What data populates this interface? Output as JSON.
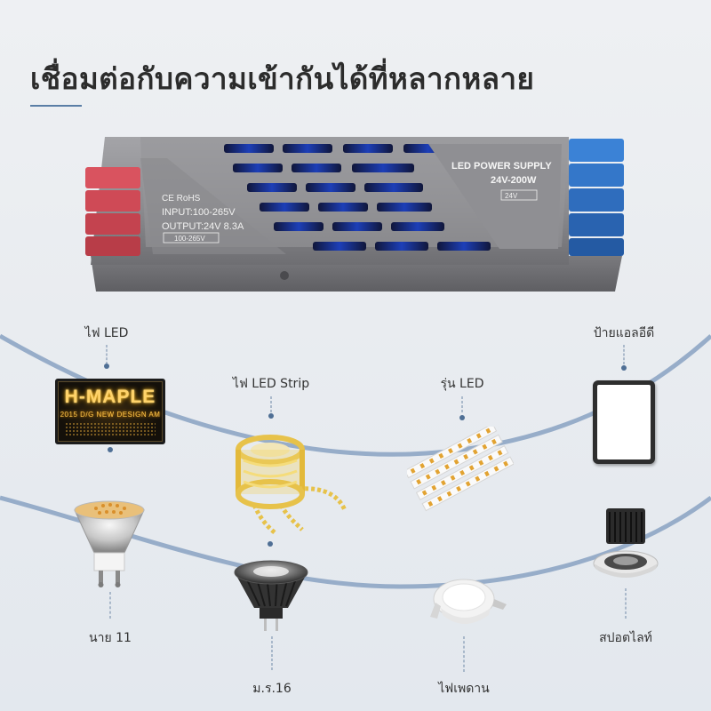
{
  "title": "เชื่อมต่อกับความเข้ากันได้ที่หลากหลาย",
  "product": {
    "panel_title": "LED POWER SUPPLY",
    "panel_model": "24V-200W",
    "panel_voltage": "24V",
    "cert": "CE RoHS",
    "input": "INPUT:100-265V",
    "output": "OUTPUT:24V 8.3A",
    "input_tag": "100-265V"
  },
  "items": {
    "led_light": {
      "label": "ไฟ LED"
    },
    "led_strip": {
      "label": "ไฟ LED Strip"
    },
    "led_module": {
      "label": "รุ่น LED"
    },
    "led_sign": {
      "label": "ป้ายแอลอีดี"
    },
    "gu10": {
      "label": "นาย 11"
    },
    "mr16": {
      "label": "ม.ร.16"
    },
    "downlight": {
      "label": "ไฟเพดาน"
    },
    "spotlight": {
      "label": "สปอตไลท์"
    }
  },
  "sign": {
    "brand": "H-MAPLE",
    "subtitle": "2015 D/G    NEW DESIGN AM"
  },
  "colors": {
    "curve": "#8ea6c4",
    "accent": "#5a7ea6",
    "terminal_red": "#d9535f",
    "terminal_blue": "#3b82d6",
    "case": "#8e8e92"
  }
}
